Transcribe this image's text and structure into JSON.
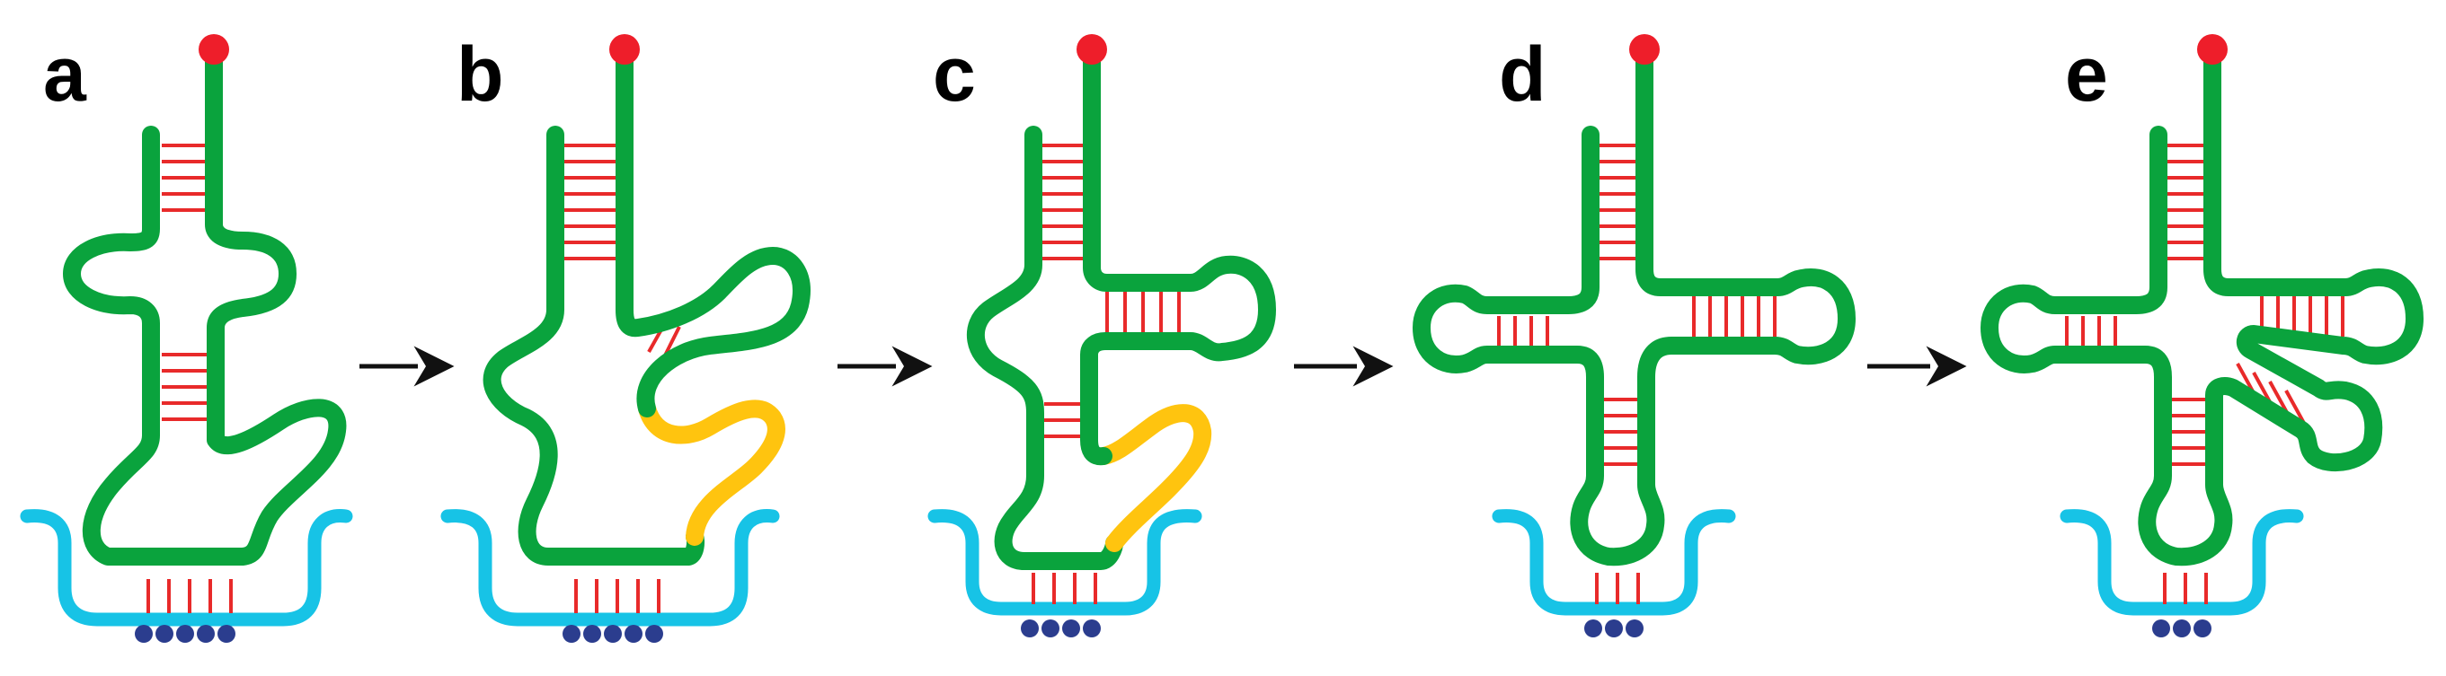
{
  "panels": [
    {
      "label": "a"
    },
    {
      "label": "b"
    },
    {
      "label": "c"
    },
    {
      "label": "d"
    },
    {
      "label": "e"
    }
  ],
  "colors": {
    "rna_strand": "#0aa33d",
    "alternate_segment": "#ffc40f",
    "base_pair": "#e82a2a",
    "terminal_cap": "#ee1e2a",
    "ribosome_platform": "#17c3e6",
    "platform_dots": "#2b3d8e",
    "arrow": "#111111"
  },
  "icons": {
    "terminal_cap": "red-circle",
    "transition": "right-arrow",
    "ribosome": "cyan-cradle",
    "anchor": "blue-dots"
  }
}
